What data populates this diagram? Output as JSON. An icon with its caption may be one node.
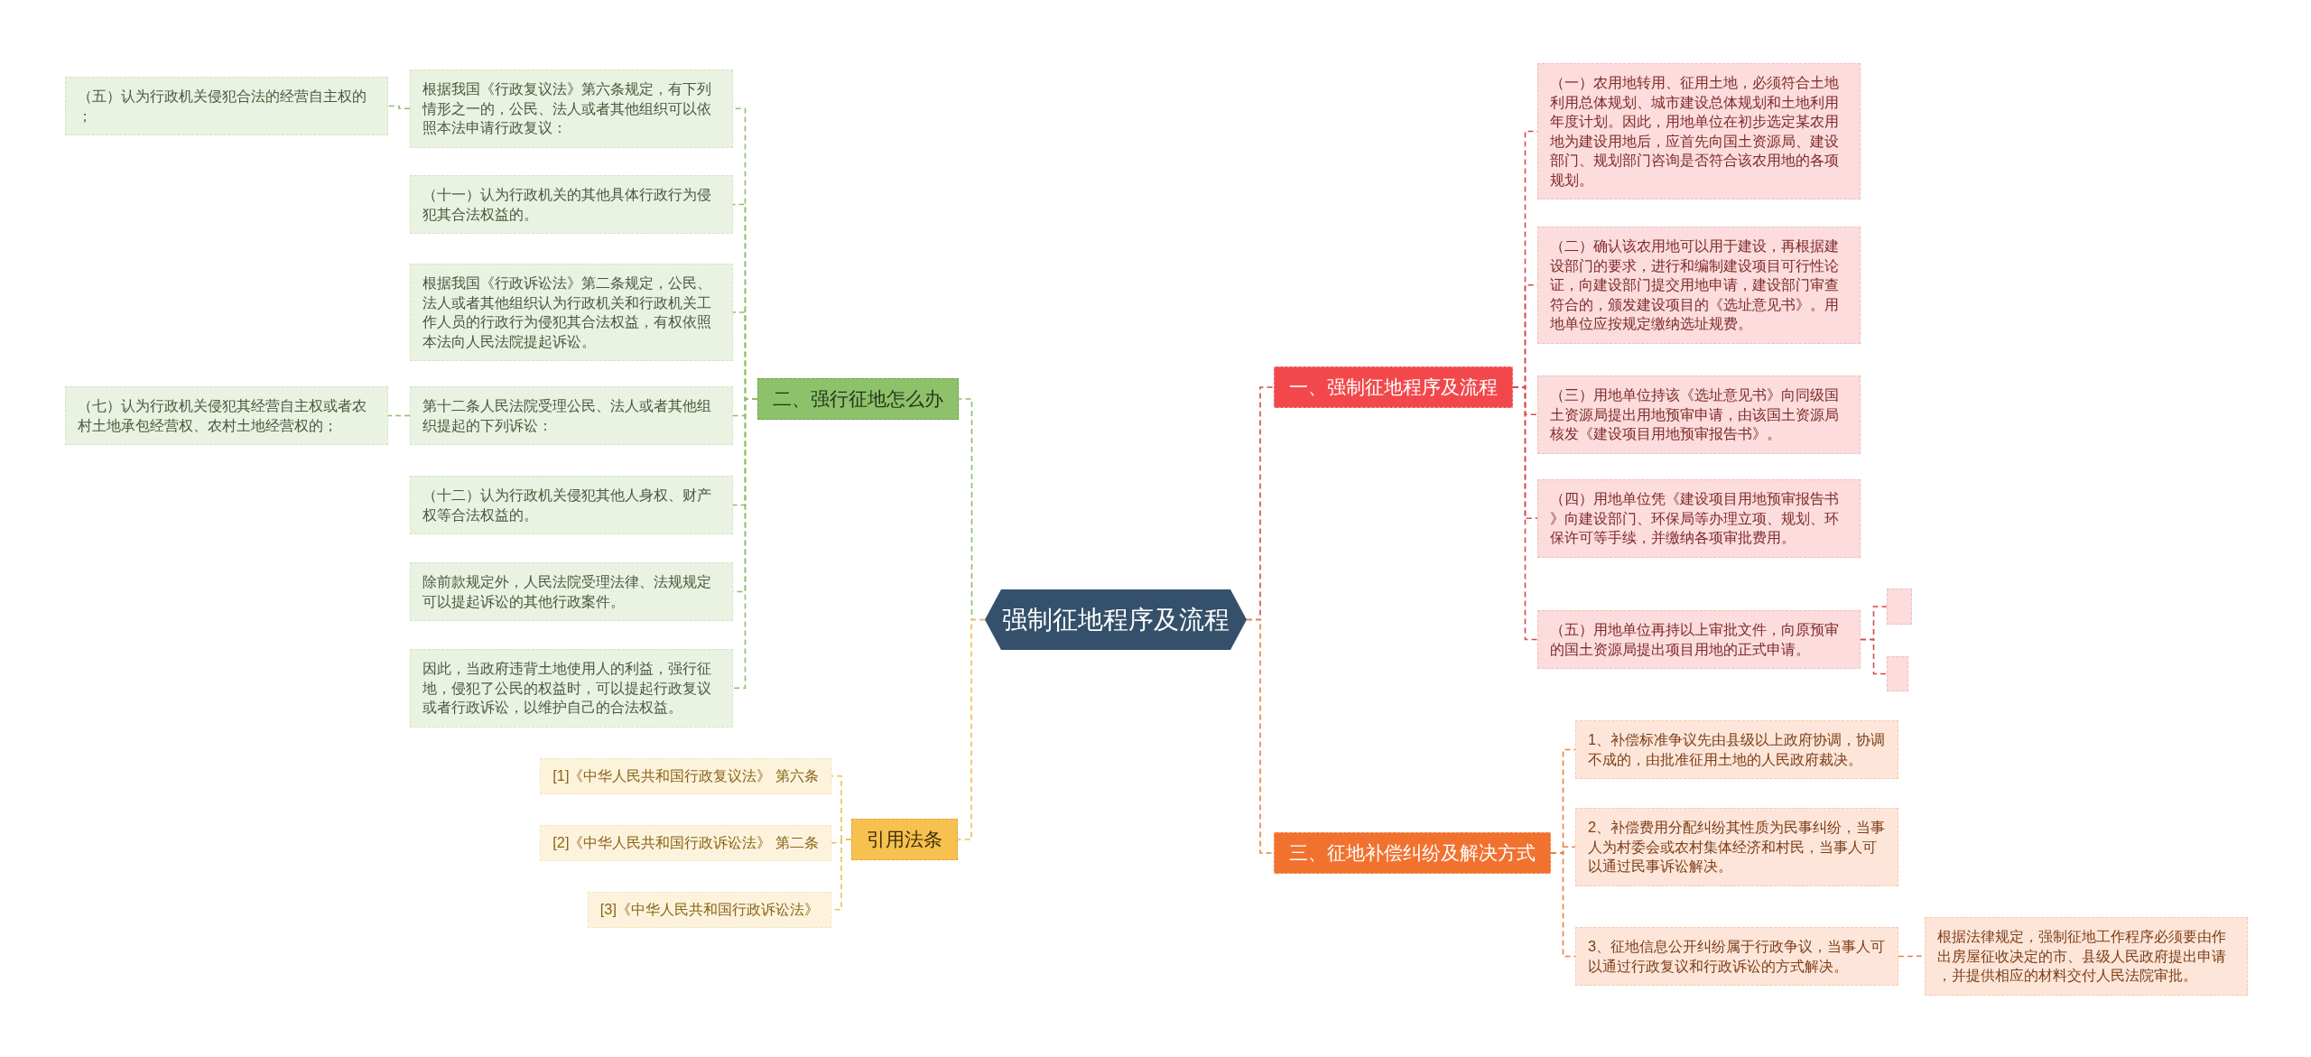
{
  "diagram": {
    "nodes": [
      {
        "text": [
          "强制征地程序及流程"
        ]
      },
      {
        "text": [
          "一、强制征地程序及流程"
        ]
      },
      {
        "text": [
          "（一）农用地转用、征用土地，必须符合土地利用总体规划、城市建设总体规划和土地利用年度计划。因此，用地单位在初步选定某农用地为建设用地后，应首先向国土资源局、建设部门、规划部门咨询是否符合该农用地的各项规划。"
        ]
      },
      {
        "text": [
          "（二）确认该农用地可以用于建设，再根据建设部门的要求，进行和编制建设项目可行性论证，向建设部门提交用地申请，建设部门审查符合的，颁发建设项目的《选址意见书》。用地单位应按规定缴纳选址规费。"
        ]
      },
      {
        "text": [
          "（三）用地单位持该《选址意见书》向同级国土资源局提出用地预审申请，由该国土资源局核发《建设项目用地预审报告书》。"
        ]
      },
      {
        "text": [
          "（四）用地单位凭《建设项目用地预审报告书》向建设部门、环保局等办理立项、规划、环保许可等手续，并缴纳各项审批费用。"
        ]
      },
      {
        "text": [
          "（五）用地单位再持以上审批文件，向原预审的国土资源局提出项目用地的正式申请。"
        ]
      },
      {
        "text": [],
        "shape": "box"
      },
      {
        "text": [],
        "shape": "box"
      },
      {
        "text": [
          "二、强行征地怎么办"
        ]
      },
      {
        "text": [
          "根据我国《行政复议法》第六条规定，有下列情形之一的，公民、法人或者其他组织可以依照本法申请行政复议："
        ]
      },
      {
        "text": [
          "（五）认为行政机关侵犯合法的经营自主权的；"
        ]
      },
      {
        "text": [
          "（十一）认为行政机关的其他具体行政行为侵犯其合法权益的。"
        ]
      },
      {
        "text": [
          "根据我国《行政诉讼法》第二条规定，公民、法人或者其他组织认为行政机关和行政机关工作人员的行政行为侵犯其合法权益，有权依照本法向人民法院提起诉讼。"
        ]
      },
      {
        "text": [
          "第十二条人民法院受理公民、法人或者其他组织提起的下列诉讼："
        ]
      },
      {
        "text": [
          "（七）认为行政机关侵犯其经营自主权或者农村土地承包经营权、农村土地经营权的；"
        ]
      },
      {
        "text": [
          "（十二）认为行政机关侵犯其他人身权、财产权等合法权益的。"
        ]
      },
      {
        "text": [
          "除前款规定外，人民法院受理法律、法规规定可以提起诉讼的其他行政案件。"
        ]
      },
      {
        "text": [
          "因此，当政府违背土地使用人的利益，强行征地，侵犯了公民的权益时，可以提起行政复议或者行政诉讼，以维护自己的合法权益。"
        ]
      },
      {
        "text": [
          "三、征地补偿纠纷及解决方式"
        ]
      },
      {
        "text": [
          "1、补偿标准争议先由县级以上政府协调，协调不成的，由批准征用土地的人民政府裁决。"
        ]
      },
      {
        "text": [
          "2、补偿费用分配纠纷其性质为民事纠纷，当事人为村委会或农村集体经济和村民，当事人可以通过民事诉讼解决。"
        ]
      },
      {
        "text": [
          "3、征地信息公开纠纷属于行政争议，当事人可以通过行政复议和行政诉讼的方式解决。"
        ]
      },
      {
        "text": [
          "根据法律规定，强制征地工作程序必须要由作出房屋征收决定的市、县级人民政府提出申请，并提供相应的材料交付人民法院审批。"
        ]
      },
      {
        "text": [
          "引用法条"
        ]
      },
      {
        "text": [
          "[1]《中华人民共和国行政复议法》 第六条"
        ]
      },
      {
        "text": [
          "[2]《中华人民共和国行政诉讼法》 第二条"
        ]
      },
      {
        "text": [
          "[3]《中华人民共和国行政诉讼法》"
        ]
      }
    ],
    "edges": [
      {
        "from": 0,
        "to": 1,
        "arrow": "none",
        "style": "dashed",
        "color": "#d64a4a"
      },
      {
        "from": 1,
        "to": 2,
        "arrow": "none",
        "style": "dashed",
        "color": "#d64a4a"
      },
      {
        "from": 1,
        "to": 3,
        "arrow": "none",
        "style": "dashed",
        "color": "#d64a4a"
      },
      {
        "from": 1,
        "to": 4,
        "arrow": "none",
        "style": "dashed",
        "color": "#d64a4a"
      },
      {
        "from": 1,
        "to": 5,
        "arrow": "none",
        "style": "dashed",
        "color": "#d64a4a"
      },
      {
        "from": 1,
        "to": 6,
        "arrow": "none",
        "style": "dashed",
        "color": "#d64a4a"
      },
      {
        "from": 6,
        "to": 7,
        "arrow": "none",
        "style": "dashed",
        "color": "#d64a4a"
      },
      {
        "from": 6,
        "to": 8,
        "arrow": "none",
        "style": "dashed",
        "color": "#d64a4a"
      },
      {
        "from": 0,
        "to": 9,
        "arrow": "none",
        "style": "dashed",
        "color": "#8dbf63"
      },
      {
        "from": 9,
        "to": 10,
        "arrow": "none",
        "style": "dashed",
        "color": "#8dbf63"
      },
      {
        "from": 10,
        "to": 11,
        "arrow": "none",
        "style": "dashed",
        "color": "#8dbf63"
      },
      {
        "from": 9,
        "to": 12,
        "arrow": "none",
        "style": "dashed",
        "color": "#8dbf63"
      },
      {
        "from": 9,
        "to": 13,
        "arrow": "none",
        "style": "dashed",
        "color": "#8dbf63"
      },
      {
        "from": 9,
        "to": 14,
        "arrow": "none",
        "style": "dashed",
        "color": "#8dbf63"
      },
      {
        "from": 14,
        "to": 15,
        "arrow": "none",
        "style": "dashed",
        "color": "#8dbf63"
      },
      {
        "from": 9,
        "to": 16,
        "arrow": "none",
        "style": "dashed",
        "color": "#8dbf63"
      },
      {
        "from": 9,
        "to": 17,
        "arrow": "none",
        "style": "dashed",
        "color": "#8dbf63"
      },
      {
        "from": 9,
        "to": 18,
        "arrow": "none",
        "style": "dashed",
        "color": "#8dbf63"
      },
      {
        "from": 0,
        "to": 19,
        "arrow": "none",
        "style": "dashed",
        "color": "#e9813f"
      },
      {
        "from": 19,
        "to": 20,
        "arrow": "none",
        "style": "dashed",
        "color": "#e9813f"
      },
      {
        "from": 19,
        "to": 21,
        "arrow": "none",
        "style": "dashed",
        "color": "#e9813f"
      },
      {
        "from": 19,
        "to": 22,
        "arrow": "none",
        "style": "dashed",
        "color": "#e9813f"
      },
      {
        "from": 22,
        "to": 23,
        "arrow": "none",
        "style": "dashed",
        "color": "#e9813f"
      },
      {
        "from": 0,
        "to": 24,
        "arrow": "none",
        "style": "dashed",
        "color": "#eebf55"
      },
      {
        "from": 24,
        "to": 25,
        "arrow": "none",
        "style": "dashed",
        "color": "#eebf55"
      },
      {
        "from": 24,
        "to": 26,
        "arrow": "none",
        "style": "dashed",
        "color": "#eebf55"
      },
      {
        "from": 24,
        "to": 27,
        "arrow": "none",
        "style": "dashed",
        "color": "#eebf55"
      }
    ]
  }
}
